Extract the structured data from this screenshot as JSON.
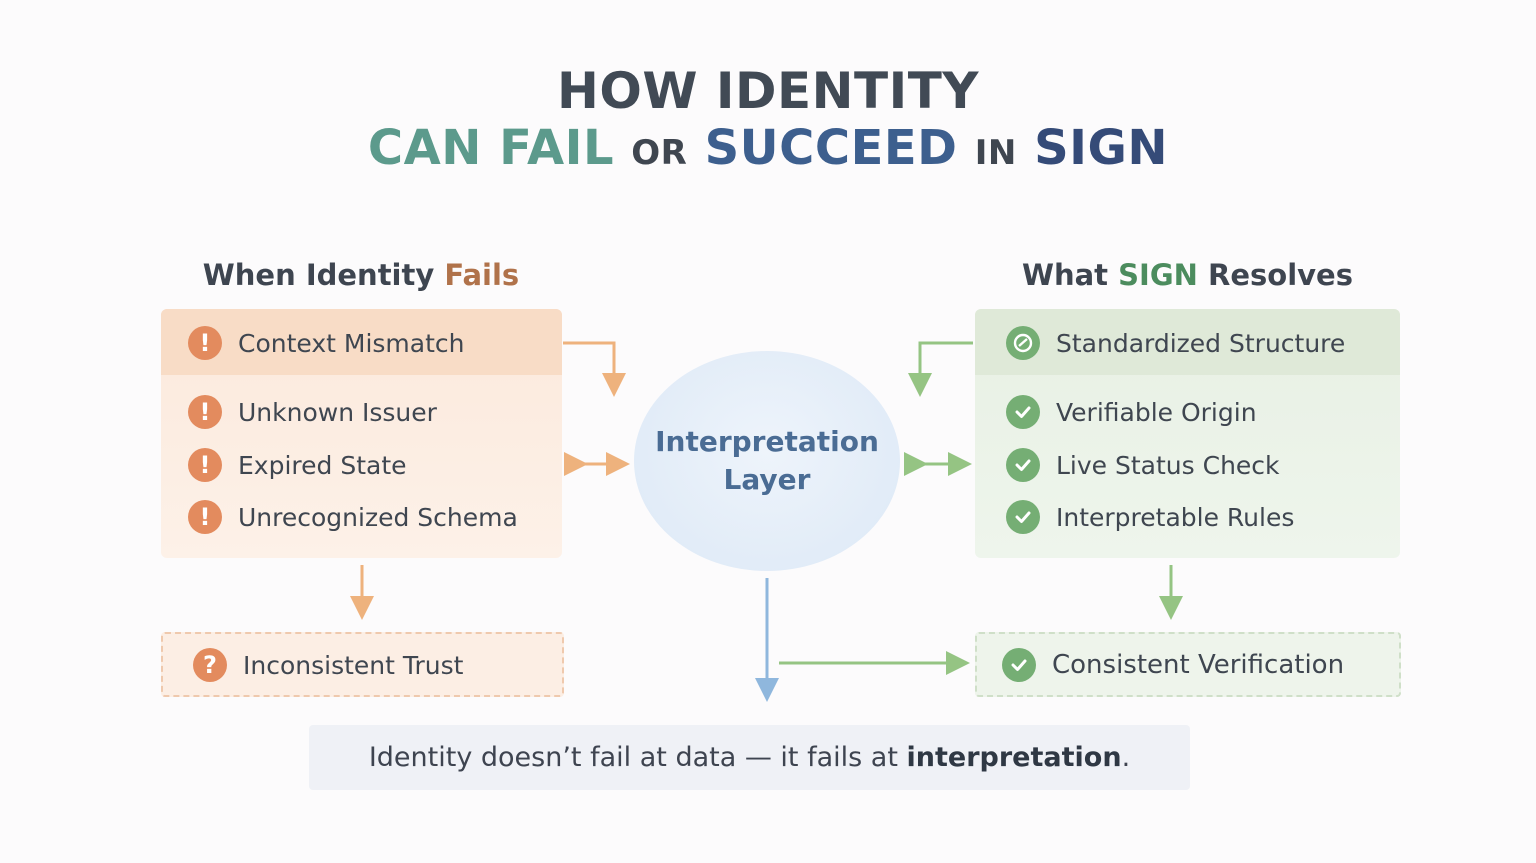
{
  "title": {
    "line1": "HOW IDENTITY",
    "line2": {
      "part1": "CAN FAIL",
      "part2": "OR",
      "part3": "SUCCEED",
      "part4": "IN",
      "part5": "SIGN"
    }
  },
  "left": {
    "heading_prefix": "When Identity",
    "heading_accent": "Fails",
    "items": [
      "Context Mismatch",
      "Unknown Issuer",
      "Expired State",
      "Unrecognized Schema"
    ],
    "result": "Inconsistent Trust",
    "item_icon": "!",
    "result_icon": "?"
  },
  "right": {
    "heading_prefix": "What",
    "heading_accent": "SIGN",
    "heading_suffix": "Resolves",
    "items": [
      "Standardized Structure",
      "Verifiable Origin",
      "Live Status Check",
      "Interpretable Rules"
    ],
    "result": "Consistent Verification"
  },
  "center": {
    "line1": "Interpretation",
    "line2": "Layer"
  },
  "quote": {
    "text": "Identity doesn’t fail at data — it fails at",
    "emphasis": "interpretation",
    "end": "."
  },
  "colors": {
    "fail": "#e38b5e",
    "success": "#75ae74",
    "center": "#8fb7dd"
  }
}
